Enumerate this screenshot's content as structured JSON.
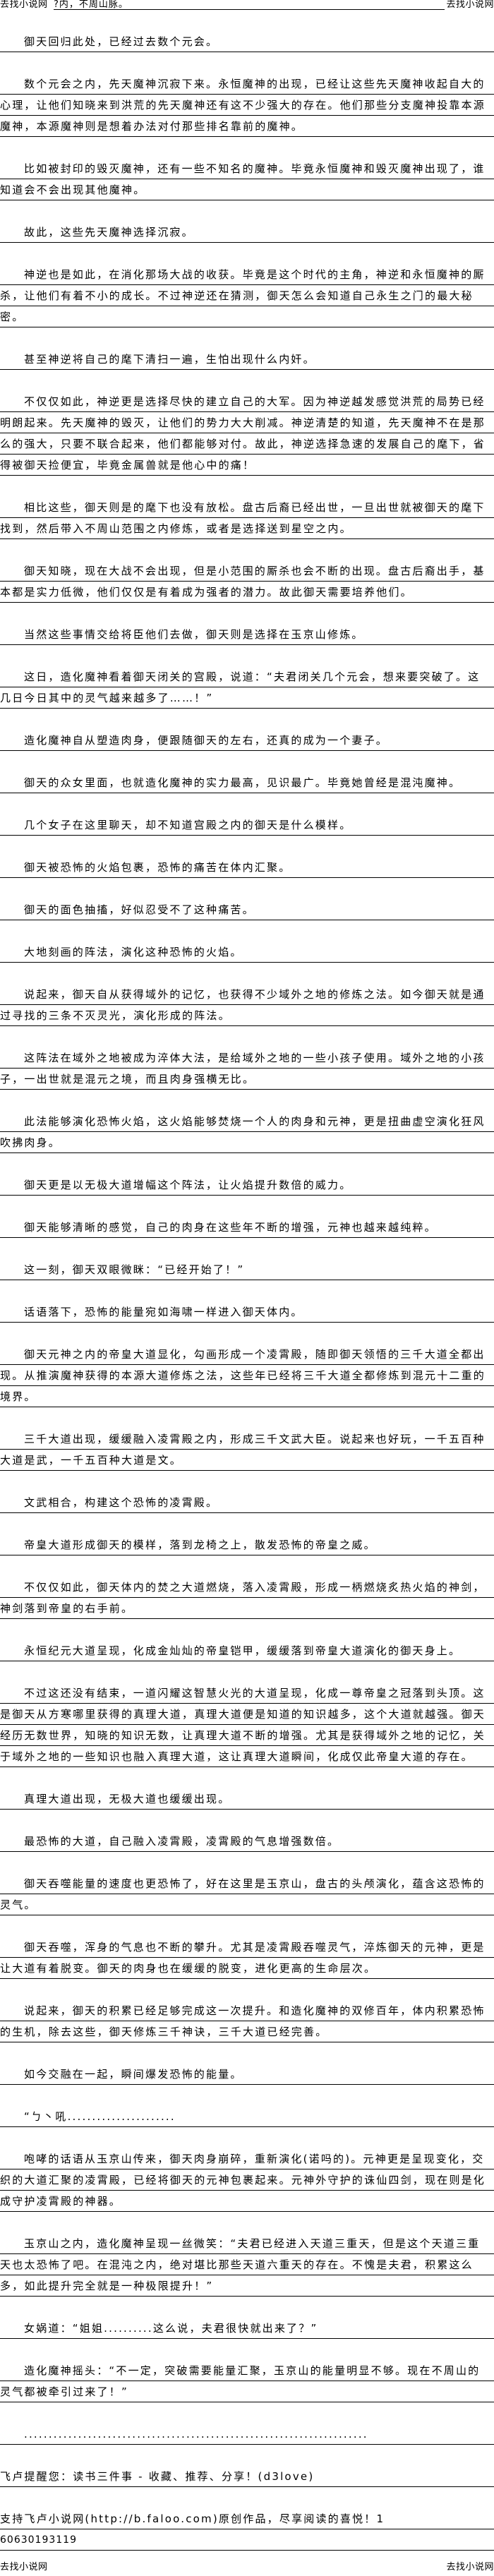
{
  "header": {
    "site_left": "去找小说网",
    "title": "?内，不周山脉。",
    "site_right": "去找小说网"
  },
  "paragraphs": [
    "御天回归此处，已经过去数个元会。",
    "数个元会之内，先天魔神沉寂下来。永恒魔神的出现，已经让这些先天魔神收起自大的心理，让他们知晓来到洪荒的先天魔神还有这不少强大的存在。他们那些分支魔神投靠本源魔神，本源魔神则是想着办法对付那些排名靠前的魔神。",
    "比如被封印的毁灭魔神，还有一些不知名的魔神。毕竟永恒魔神和毁灭魔神出现了，谁知道会不会出现其他魔神。",
    "故此，这些先天魔神选择沉寂。",
    "神逆也是如此，在消化那场大战的收获。毕竟是这个时代的主角，神逆和永恒魔神的厮杀，让他们有着不小的成长。不过神逆还在猜测，御天怎么会知道自己永生之门的最大秘密。",
    "甚至神逆将自己的麾下清扫一遍，生怕出现什么内奸。",
    "不仅仅如此，神逆更是选择尽快的建立自己的大军。因为神逆越发感觉洪荒的局势已经明朗起来。先天魔神的毁灭，让他们的势力大大削减。神逆清楚的知道，先天魔神不在是那么的强大，只要不联合起来，他们都能够对付。故此，神逆选择急速的发展自己的麾下，省得被御天捡便宜，毕竟金属兽就是他心中的痛！",
    "相比这些，御天则是的麾下也没有放松。盘古后裔已经出世，一旦出世就被御天的麾下找到，然后带入不周山范围之内修炼，或者是选择送到星空之内。",
    "御天知晓，现在大战不会出现，但是小范围的厮杀也会不断的出现。盘古后裔出手，基本都是实力低微，他们仅仅是有着成为强者的潜力。故此御天需要培养他们。",
    "当然这些事情交给将臣他们去做，御天则是选择在玉京山修炼。",
    "这日，造化魔神看着御天闭关的宫殿，说道：“夫君闭关几个元会，想来要突破了。这几日今日其中的灵气越来越多了……！”",
    "造化魔神自从塑造肉身，便跟随御天的左右，还真的成为一个妻子。",
    "御天的众女里面，也就造化魔神的实力最高，见识最广。毕竟她曾经是混沌魔神。",
    "几个女子在这里聊天，却不知道宫殿之内的御天是什么模样。",
    "御天被恐怖的火焰包裹，恐怖的痛苦在体内汇聚。",
    "御天的面色抽搐，好似忍受不了这种痛苦。",
    "大地刻画的阵法，演化这种恐怖的火焰。",
    "说起来，御天自从获得域外的记忆，也获得不少域外之地的修炼之法。如今御天就是通过寻找的三条不灭灵光，演化形成的阵法。",
    "这阵法在域外之地被成为淬体大法，是给域外之地的一些小孩子使用。域外之地的小孩子，一出世就是混元之境，而且肉身强横无比。",
    "此法能够演化恐怖火焰，这火焰能够焚烧一个人的肉身和元神，更是扭曲虚空演化狂风吹拂肉身。",
    "御天更是以无极大道增幅这个阵法，让火焰提升数倍的威力。",
    "御天能够清晰的感觉，自己的肉身在这些年不断的增强，元神也越来越纯粹。",
    "这一刻，御天双眼微眯：“已经开始了！”",
    "话语落下，恐怖的能量宛如海啸一样进入御天体内。",
    "御天元神之内的帝皇大道显化，勾画形成一个凌霄殿，随即御天领悟的三千大道全都出现。从推演魔神获得的本源大道修炼之法，这些年已经将三千大道全都修炼到混元十二重的境界。",
    "三千大道出现，缓缓融入凌霄殿之内，形成三千文武大臣。说起来也好玩，一千五百种大道是武，一千五百种大道是文。",
    "文武相合，构建这个恐怖的凌霄殿。",
    "帝皇大道形成御天的模样，落到龙椅之上，散发恐怖的帝皇之威。",
    "不仅仅如此，御天体内的焚之大道燃烧，落入凌霄殿，形成一柄燃烧炙热火焰的神剑，神剑落到帝皇的右手前。",
    "永恒纪元大道呈现，化成金灿灿的帝皇铠甲，缓缓落到帝皇大道演化的御天身上。",
    "不过这还没有结束，一道闪耀这智慧火光的大道呈现，化成一尊帝皇之冠落到头顶。这是御天从方寒哪里获得的真理大道，真理大道便是知道的知识越多，这个大道就越强。御天经历无数世界，知晓的知识无数，让真理大道不断的增强。尤其是获得域外之地的记忆，关于域外之地的一些知识也融入真理大道，这让真理大道瞬间，化成仅此帝皇大道的存在。",
    "真理大道出现，无极大道也缓缓出现。",
    "最恐怖的大道，自己融入凌霄殿，凌霄殿的气息增强数倍。",
    "御天吞噬能量的速度也更恐怖了，好在这里是玉京山，盘古的头颅演化，蕴含这恐怖的灵气。",
    "御天吞噬，浑身的气息也不断的攀升。尤其是凌霄殿吞噬灵气，淬炼御天的元神，更是让大道有着脱变。御天的肉身也在缓缓的脱变，进化更高的生命层次。",
    "说起来，御天的积累已经足够完成这一次提升。和造化魔神的双修百年，体内积累恐怖的生机，除去这些，御天修炼三千神诀，三千大道已经完善。",
    "如今交融在一起，瞬间爆发恐怖的能量。",
    "“ㄅ丶吼......................",
    "咆哮的话语从玉京山传来，御天肉身崩碎，重新演化(诺吗的)。元神更是呈现变化，交织的大道汇聚的凌霄殿，已经将御天的元神包裹起来。元神外守护的诛仙四剑，现在则是化成守护凌霄殿的神器。",
    "玉京山之内，造化魔神呈现一丝微笑：“夫君已经进入天道三重天，但是这个天道三重天也太恐怖了吧。在混沌之内，绝对堪比那些天道六重天的存在。不愧是夫君，积累这么多，如此提升完全就是一种极限提升！”",
    "女娲道：“姐姐..........这么说，夫君很快就出来了？”",
    "造化魔神摇头：“不一定，突破需要能量汇聚，玉京山的能量明显不够。现在不周山的灵气都被牵引过来了！”",
    "......................................................................"
  ],
  "notes": [
    "飞卢提醒您：读书三件事 - 收藏、推荐、分享！(d3love)",
    "支持飞卢小说网(http://b.faloo.com)原创作品，尽享阅读的喜悦！1"
  ],
  "code": "60630193119",
  "footer": {
    "site_left": "去找小说网",
    "site_right": "去找小说网"
  }
}
